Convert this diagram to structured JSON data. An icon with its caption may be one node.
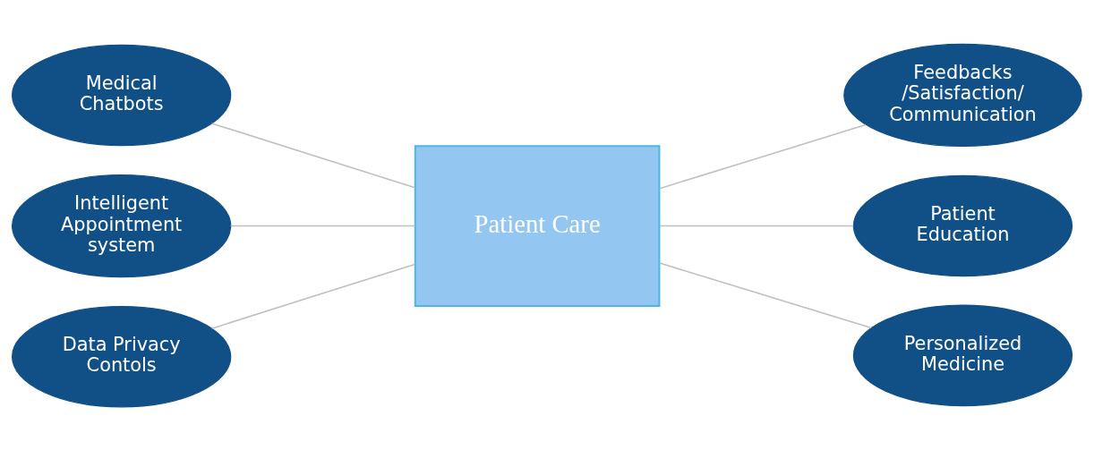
{
  "diagram": {
    "nodes": [
      {
        "text": [
          "Medical Chatbots"
        ]
      },
      {
        "text": [
          "Intelligent Appointment system"
        ]
      },
      {
        "text": [
          "Data Privacy Contols"
        ]
      },
      {
        "text": [
          "Patient Care"
        ]
      },
      {
        "text": [
          "Feedbacks /Satisfaction/ Communication"
        ]
      },
      {
        "text": [
          "Patient Education"
        ]
      },
      {
        "text": [
          "Personalized Medicine"
        ]
      }
    ],
    "edges": [
      {
        "from": 0,
        "to": 3,
        "arrow": "none"
      },
      {
        "from": 1,
        "to": 3,
        "arrow": "none"
      },
      {
        "from": 2,
        "to": 3,
        "arrow": "none"
      },
      {
        "from": 3,
        "to": 4,
        "arrow": "none"
      },
      {
        "from": 3,
        "to": 5,
        "arrow": "none"
      },
      {
        "from": 3,
        "to": 6,
        "arrow": "none"
      }
    ]
  }
}
